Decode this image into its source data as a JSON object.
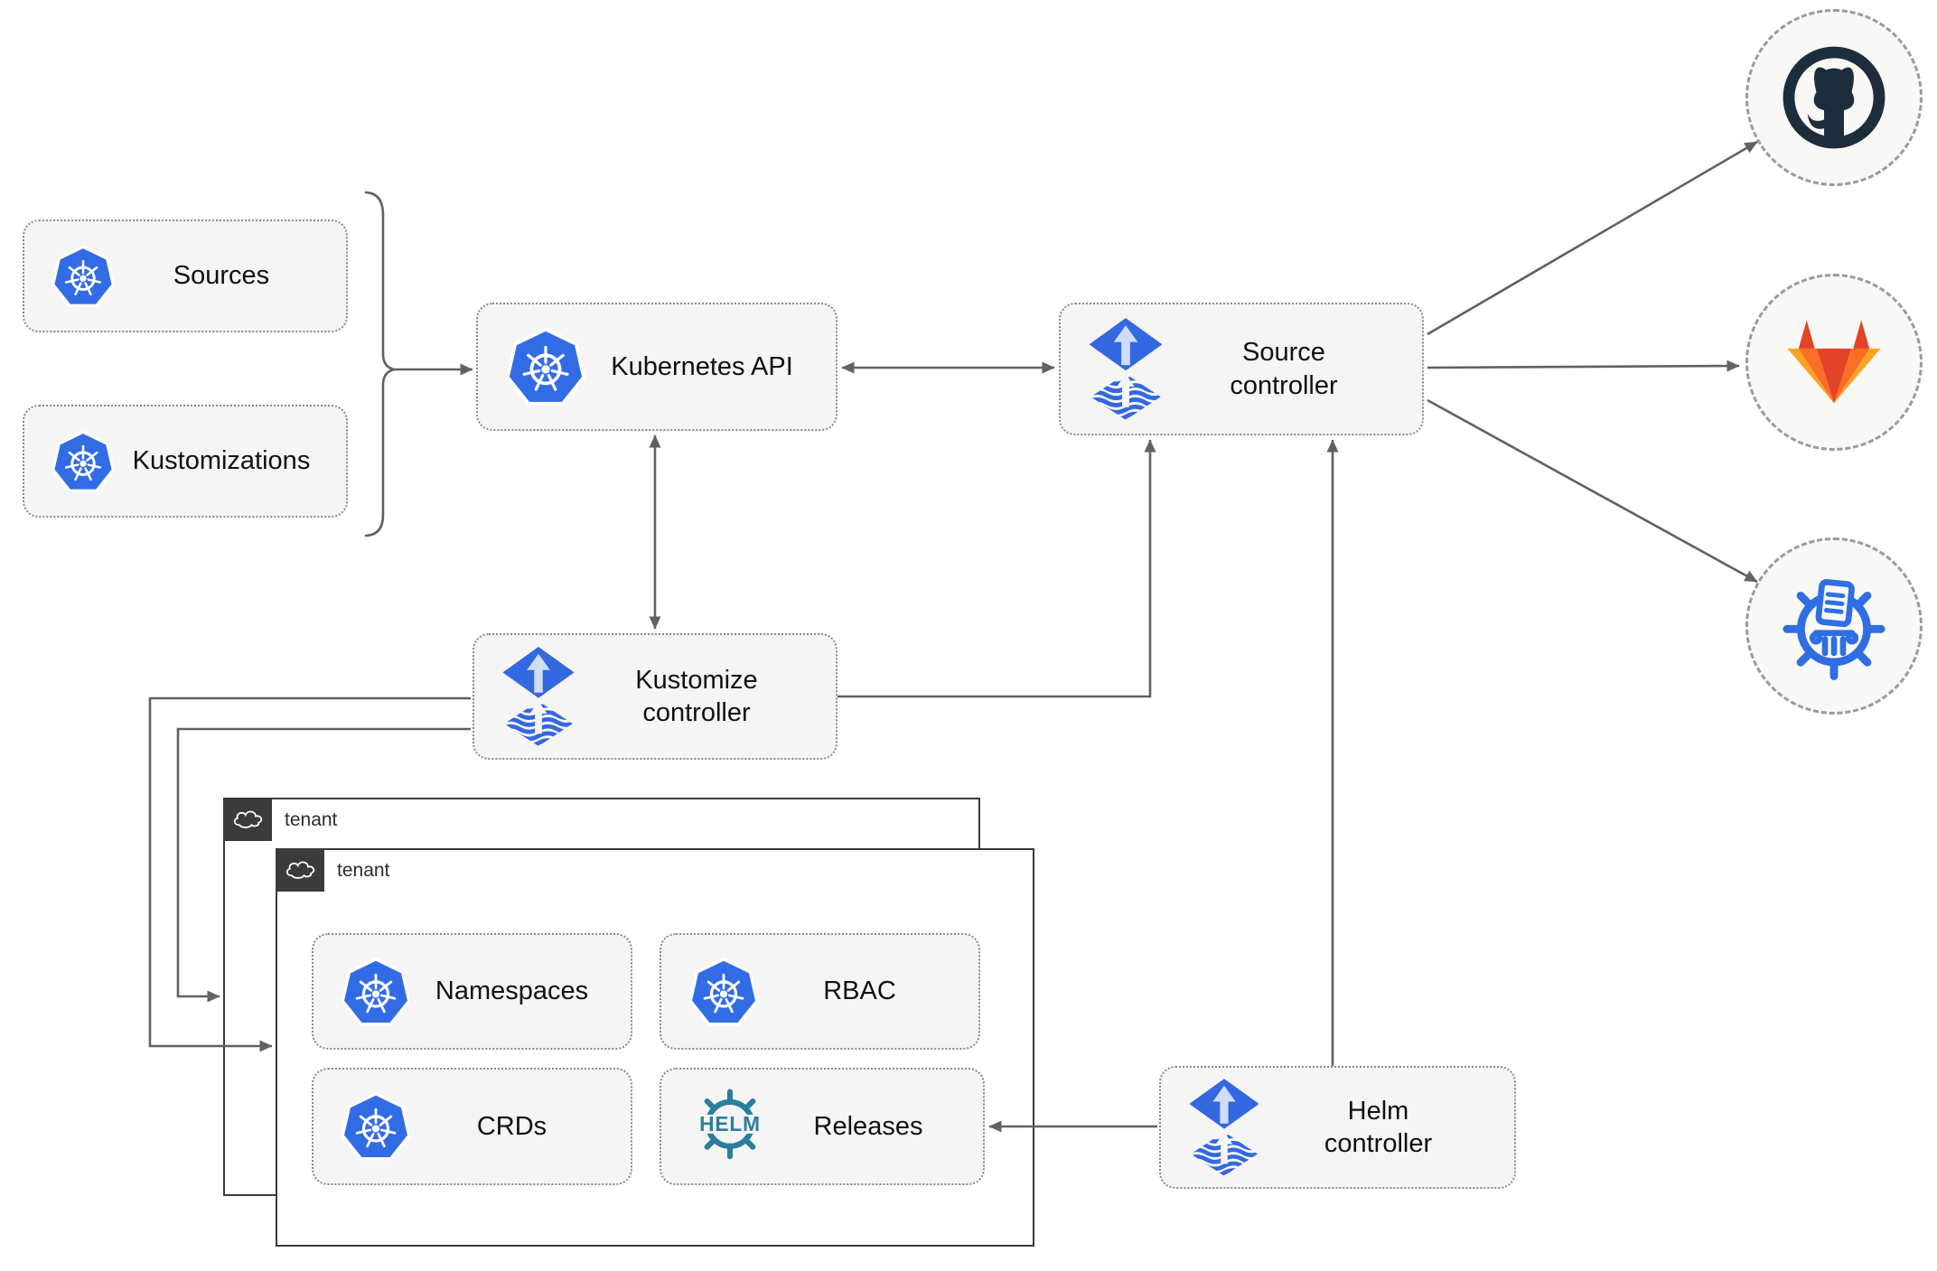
{
  "nodes": {
    "sources": {
      "label": "Sources",
      "icon": "kubernetes-icon"
    },
    "kustomizations": {
      "label": "Kustomizations",
      "icon": "kubernetes-icon"
    },
    "kubernetes_api": {
      "label": "Kubernetes API",
      "icon": "kubernetes-icon"
    },
    "source_controller": {
      "label": "Source controller",
      "icon": "flux-icon"
    },
    "kustomize_controller": {
      "label": "Kustomize controller",
      "icon": "flux-icon"
    },
    "helm_controller": {
      "label": "Helm controller",
      "icon": "flux-icon"
    },
    "namespaces": {
      "label": "Namespaces",
      "icon": "kubernetes-icon"
    },
    "rbac": {
      "label": "RBAC",
      "icon": "kubernetes-icon"
    },
    "crds": {
      "label": "CRDs",
      "icon": "kubernetes-icon"
    },
    "releases": {
      "label": "Releases",
      "icon": "helm-icon"
    }
  },
  "tenants": [
    {
      "label": "tenant",
      "icon": "cloud-icon"
    },
    {
      "label": "tenant",
      "icon": "cloud-icon"
    }
  ],
  "external_targets": [
    {
      "name": "github",
      "icon": "github-icon"
    },
    {
      "name": "gitlab",
      "icon": "gitlab-icon"
    },
    {
      "name": "helm-repository",
      "icon": "helm-repository-icon"
    }
  ],
  "helm_logo_text": "HELM",
  "colors": {
    "node_fill": "#f5f5f5",
    "node_border": "#8c8c8c",
    "arrow": "#616161",
    "tenant_border": "#3a3a3a",
    "tenant_tab": "#3b3b3b",
    "kubernetes_blue": "#326ce5",
    "flux_blue": "#3468e0",
    "flux_arrow_light": "#cfddf6",
    "helm_teal": "#2b7e9d",
    "github_dark": "#1d2d3c",
    "gitlab_red": "#e24329",
    "gitlab_orange": "#fc6d26",
    "gitlab_amber": "#fca326",
    "helm_repository_blue": "#2f6ee3"
  }
}
